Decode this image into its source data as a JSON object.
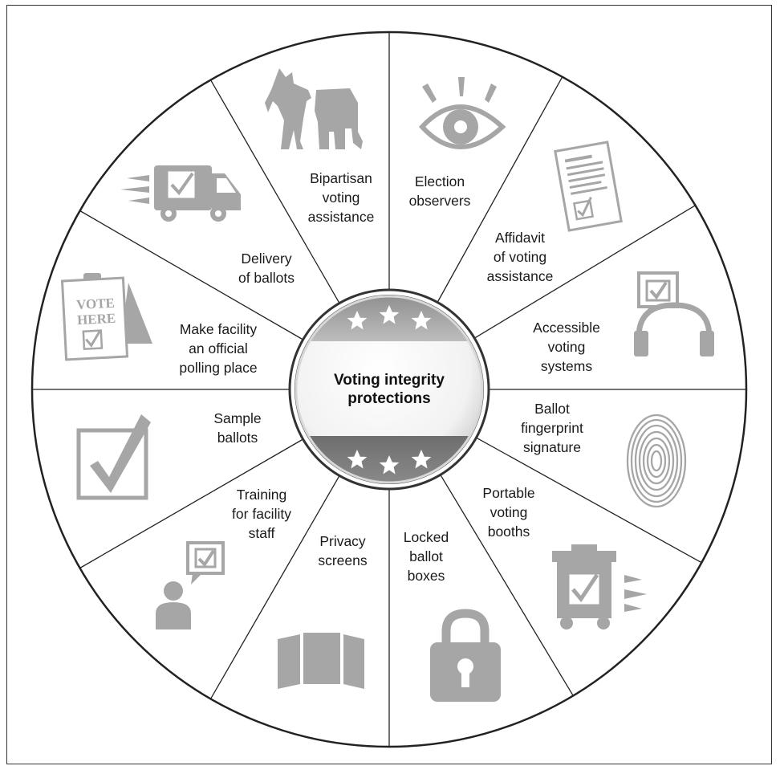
{
  "center": {
    "line1": "Voting integrity",
    "line2": "protections"
  },
  "segments": [
    {
      "id": "bipartisan",
      "lines": [
        "Bipartisan",
        "voting",
        "assistance"
      ],
      "icon": "donkey-elephant-icon"
    },
    {
      "id": "observers",
      "lines": [
        "Election",
        "observers"
      ],
      "icon": "eye-icon"
    },
    {
      "id": "affidavit",
      "lines": [
        "Affidavit",
        "of voting",
        "assistance"
      ],
      "icon": "document-check-icon"
    },
    {
      "id": "accessible",
      "lines": [
        "Accessible",
        "voting",
        "systems"
      ],
      "icon": "headphones-icon"
    },
    {
      "id": "fingerprint",
      "lines": [
        "Ballot",
        "fingerprint",
        "signature"
      ],
      "icon": "fingerprint-icon"
    },
    {
      "id": "portable",
      "lines": [
        "Portable",
        "voting",
        "booths"
      ],
      "icon": "portable-booth-icon"
    },
    {
      "id": "locked",
      "lines": [
        "Locked",
        "ballot",
        "boxes"
      ],
      "icon": "padlock-icon"
    },
    {
      "id": "privacy",
      "lines": [
        "Privacy",
        "screens"
      ],
      "icon": "privacy-screen-icon"
    },
    {
      "id": "training",
      "lines": [
        "Training",
        "for facility",
        "staff"
      ],
      "icon": "person-speech-icon"
    },
    {
      "id": "sample",
      "lines": [
        "Sample",
        "ballots"
      ],
      "icon": "checkbox-icon"
    },
    {
      "id": "polling",
      "lines": [
        "Make facility",
        "an official",
        "polling place"
      ],
      "icon": "vote-here-sign-icon"
    },
    {
      "id": "delivery",
      "lines": [
        "Delivery",
        "of ballots"
      ],
      "icon": "delivery-van-icon"
    }
  ],
  "vote_sign": {
    "line1": "VOTE",
    "line2": "HERE"
  },
  "colors": {
    "icon": "#a6a6a6",
    "line": "#222222",
    "ring": "#333333"
  }
}
